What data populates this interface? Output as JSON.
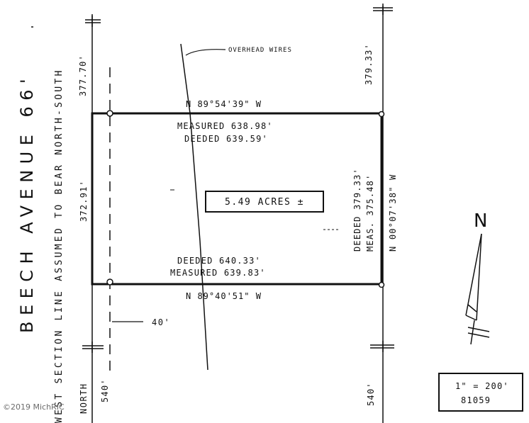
{
  "street": "BEECH AVENUE 66'",
  "section_line_note": "WEST SECTION LINE ASSUMED TO BEAR NORTH-SOUTH",
  "overhead_wires": "OVERHEAD WIRES",
  "top_left_distance": "377.70'",
  "top_right_distance": "379.33'",
  "north_line": {
    "bearing": "N 89°54'39\" W",
    "measured": "MEASURED  638.98'",
    "deeded": "DEEDED  639.59'"
  },
  "south_line": {
    "bearing": "N 89°40'51\" W",
    "deeded": "DEEDED  640.33'",
    "measured": "MEASURED  639.83'"
  },
  "west_line_distance": "372.91'",
  "east_line": {
    "bearing": "N 00°07'38\" W",
    "deeded": "DEEDED  379.33'",
    "measured": "MEAS.  375.48'"
  },
  "acreage": "5.49  ACRES ±",
  "offset": "40'",
  "north_label": "NORTH",
  "bottom_left_distance": "540'",
  "bottom_right_distance": "540'",
  "north_arrow_letter": "N",
  "scale": "1\" = 200'",
  "drawing_number": "81059",
  "copyright": "©2019 MichRIC"
}
